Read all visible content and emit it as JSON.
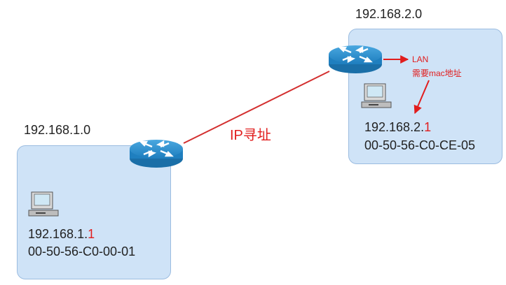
{
  "networks": {
    "left": {
      "label": "192.168.1.0",
      "host": {
        "ip_prefix": "192.168.1.",
        "ip_suffix": "1",
        "mac": "00-50-56-C0-00-01"
      }
    },
    "right": {
      "label": "192.168.2.0",
      "host": {
        "ip_prefix": "192.168.2.",
        "ip_suffix": "1",
        "mac": "00-50-56-C0-CE-05"
      }
    }
  },
  "link": {
    "label": "IP寻址"
  },
  "annotation": {
    "lan": "LAN",
    "needs_mac": "需要mac地址"
  },
  "colors": {
    "box_fill": "#cfe3f7",
    "router": "#1f7fbf",
    "highlight": "#e11d1d"
  },
  "icons": {
    "router": "router-icon",
    "computer": "computer-icon"
  }
}
